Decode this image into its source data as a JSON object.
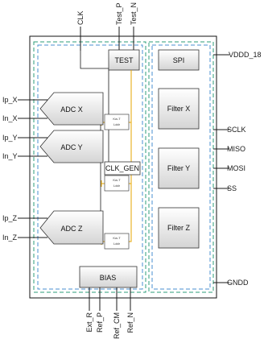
{
  "colors": {
    "outer_box": "#111111",
    "dashed_green": "#2e9e7a",
    "dashed_blue": "#4a8fd0",
    "block_fill_top": "#ffffff",
    "block_fill_bottom": "#d9d9d9",
    "clock_wire": "#e6a500",
    "wire": "#1a1a1a"
  },
  "top_pins": [
    "CLK",
    "Test_P",
    "Test_N"
  ],
  "bottom_pins": [
    "Ext_R",
    "Ref_P",
    "Ref_CM",
    "Ref_N"
  ],
  "left_pins": [
    "Ip_X",
    "In_X",
    "Ip_Y",
    "In_Y",
    "Ip_Z",
    "In_Z"
  ],
  "right_pins": [
    "VDDD_18",
    "SCLK",
    "MISO",
    "MOSI",
    "SS",
    "GNDD"
  ],
  "blocks": {
    "test": "TEST",
    "spi": "SPI",
    "adc_x": "ADC X",
    "adc_y": "ADC Y",
    "adc_z": "ADC Z",
    "clk_gen": "CLK_GEN",
    "bias": "BIAS",
    "filter_x": "Filter X",
    "filter_y": "Filter Y",
    "filter_z": "Filter Z"
  },
  "small_blocks": {
    "x": [
      "Kw-T",
      "Lddr"
    ],
    "y": [
      "Kw-T",
      "Lddr"
    ],
    "z": [
      "Kw-T",
      "Lddr"
    ]
  }
}
